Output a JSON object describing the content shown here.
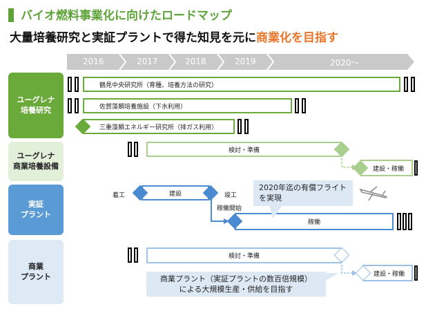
{
  "title": "バイオ燃料事業化に向けたロードマップ",
  "subtitle": {
    "main": "大量培養研究と実証プラントで得た知見を元に",
    "highlight": "商業化を目指す"
  },
  "years": [
    "2016",
    "2017",
    "2018",
    "2019",
    "2020〜"
  ],
  "rows": {
    "research": {
      "label": "ユーグレナ\n培養研究",
      "items": [
        "鶴見中央研究所（育種、培養方法の研究）",
        "佐賀藻類培養施設（下水利用）",
        "三重藻類エネルギー研究所（排ガス利用）"
      ]
    },
    "commercial_facility": {
      "label": "ユーグレナ\n商業培養設備",
      "prep": "検討・準備",
      "build": "建設・稼働"
    },
    "demo_plant": {
      "label": "実証\nプラント",
      "start": "着工",
      "build": "建設",
      "complete": "竣工",
      "op_start": "稼働開始",
      "operation": "稼働",
      "callout": "2020年迄の有償フライト\nを実現"
    },
    "commercial_plant": {
      "label": "商業\nプラント",
      "prep": "検討・準備",
      "build": "建設・稼働",
      "callout": "商業プラント（実証プラントの数百倍規模）\nによる大規模生産・供給を目指す"
    }
  },
  "colors": {
    "green": "#6aaa3a",
    "light_green": "#e2efd9",
    "blue": "#5b9bd5",
    "light_blue": "#dde9f5",
    "orange": "#e8762b"
  }
}
